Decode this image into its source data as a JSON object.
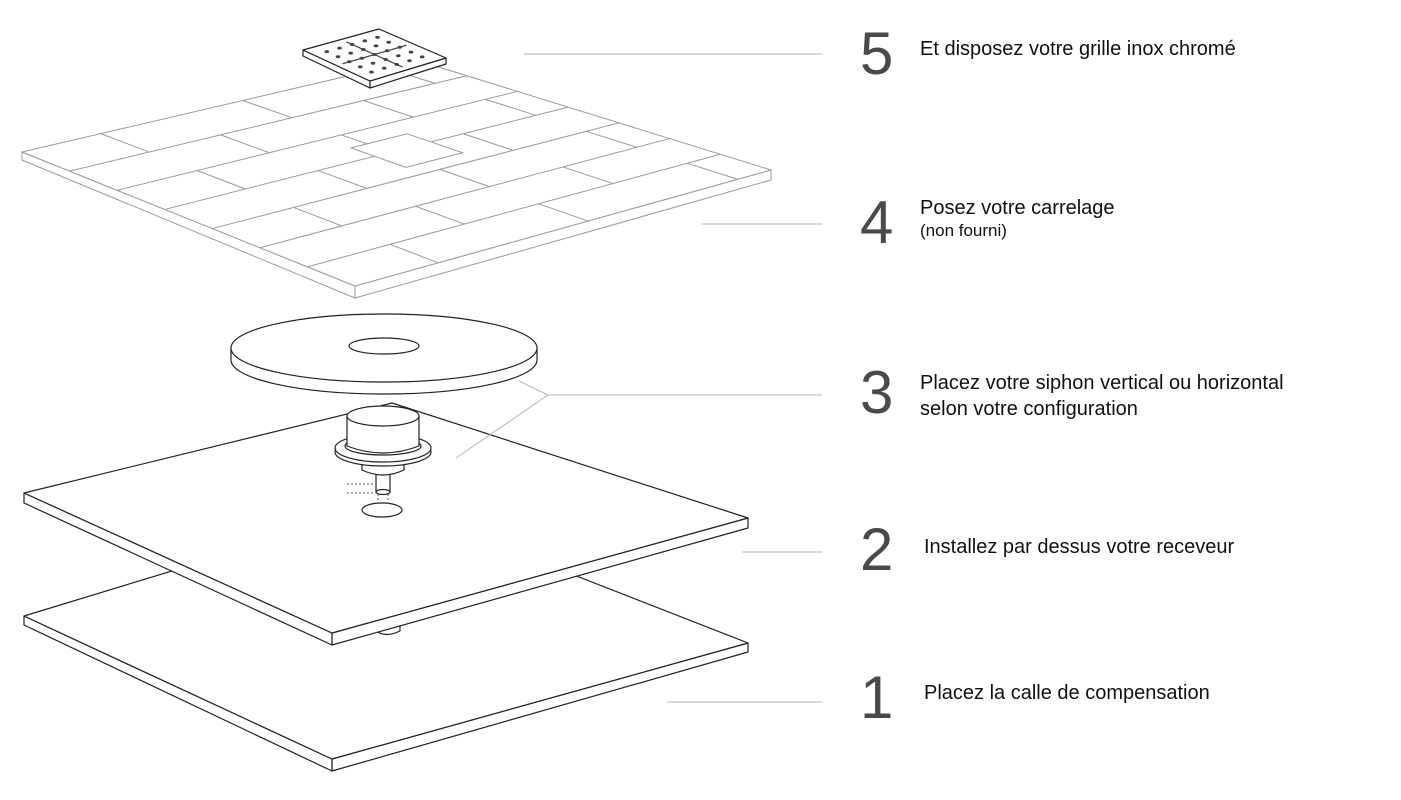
{
  "steps": [
    {
      "number": "5",
      "text": "Et disposez votre grille inox chromé",
      "sub": ""
    },
    {
      "number": "4",
      "text": "Posez votre carrelage",
      "sub": "(non fourni)"
    },
    {
      "number": "3",
      "text": "Placez votre siphon vertical ou horizontal",
      "sub": "selon votre configuration"
    },
    {
      "number": "2",
      "text": "Installez par dessus votre receveur",
      "sub": ""
    },
    {
      "number": "1",
      "text": "Placez la calle de compensation",
      "sub": ""
    }
  ],
  "icons": {
    "grille": "stainless-grate-icon",
    "tiles": "tile-layer-icon",
    "disc": "collar-disc-icon",
    "siphon": "siphon-icon",
    "receiver": "shower-tray-icon",
    "shim": "compensation-shim-icon"
  },
  "colors": {
    "line": "#222222",
    "leader": "#b5b5b5",
    "tiles": "#9a9a9a",
    "number": "#4a4a4a"
  }
}
